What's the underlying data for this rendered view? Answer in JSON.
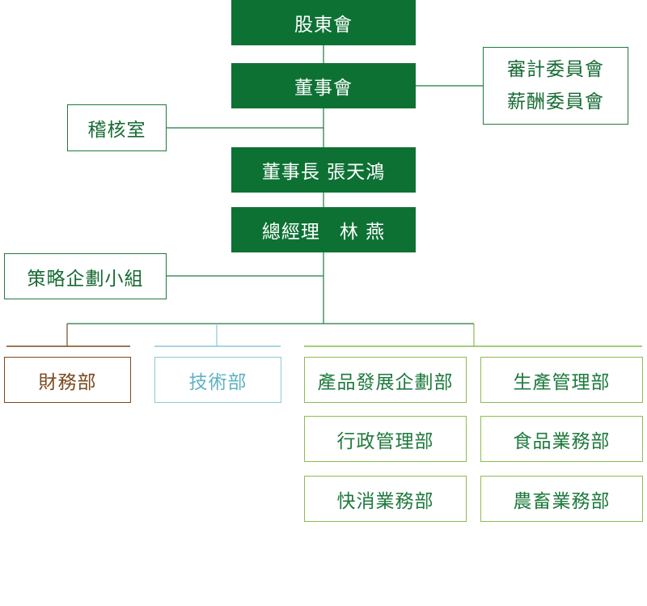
{
  "colors": {
    "dark_green": "#0e7134",
    "green_outline": "#1f7a3e",
    "lime_outline": "#8cbc4f",
    "brown": "#7a4a1e",
    "cyan": "#8cc9d4"
  },
  "org_chart": {
    "shareholders": "股東會",
    "board": "董事會",
    "committees": [
      "審計委員會",
      "薪酬委員會"
    ],
    "audit_office": "稽核室",
    "chairman": "董事長 張天鴻",
    "general_manager": "總經理　林 燕",
    "strategy_group": "策略企劃小組",
    "departments": {
      "finance": "財務部",
      "technology": "技術部",
      "product_development": "產品發展企劃部",
      "production_management": "生產管理部",
      "administration": "行政管理部",
      "food_business": "食品業務部",
      "fmcg_business": "快消業務部",
      "livestock_business": "農畜業務部"
    }
  }
}
